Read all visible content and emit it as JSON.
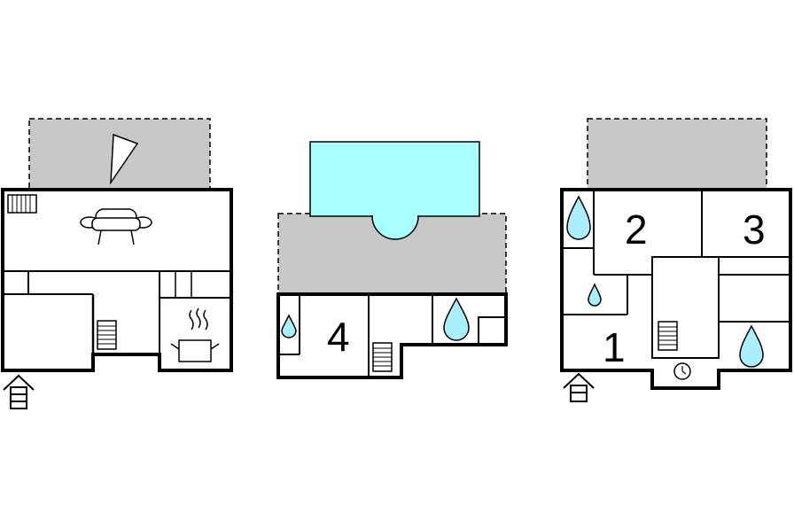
{
  "colors": {
    "wall": "#000000",
    "terrace": "#c8c8c8",
    "pool": "#aaffff",
    "water_drop": "#aaeeff",
    "background": "#ffffff"
  },
  "legend_icons": [
    "sofa-icon",
    "radiator-icon",
    "stairs-icon",
    "cooking-pot-icon",
    "water-drop-icon",
    "clock-icon",
    "entrance-arrow-icon",
    "sun-triangle-icon"
  ],
  "plans": {
    "left": {
      "labels": []
    },
    "middle": {
      "labels": [
        {
          "text": "4"
        }
      ]
    },
    "right": {
      "labels": [
        {
          "text": "2"
        },
        {
          "text": "3"
        },
        {
          "text": "1"
        }
      ]
    }
  }
}
